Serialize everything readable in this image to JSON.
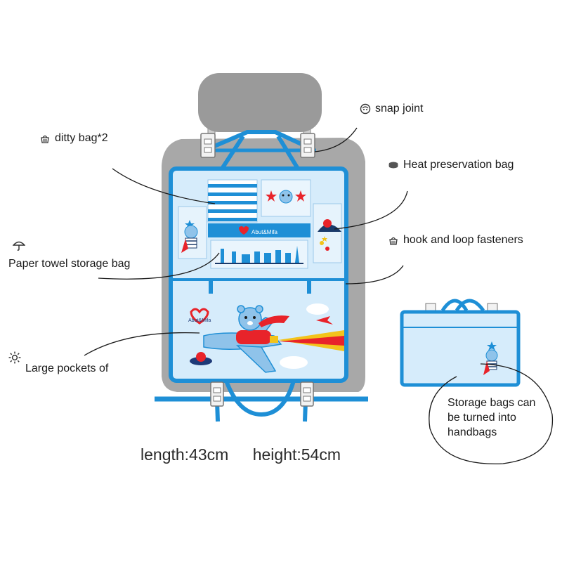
{
  "labels": {
    "snap_joint": "snap joint",
    "ditty_bag": "ditty bag*2",
    "heat_bag": "Heat preservation bag",
    "hook_loop": "hook and loop fasteners",
    "paper_towel": "Paper towel storage bag",
    "large_pockets": "Large pockets of"
  },
  "dimensions": {
    "length": "length:43cm",
    "height": "height:54cm"
  },
  "storage_note": {
    "line1": "Storage bags can",
    "line2": "be turned into",
    "line3": "handbags"
  },
  "brand": {
    "logo_text": "Abut&Mifa"
  },
  "colors": {
    "accent_blue": "#1e8fd6",
    "pocket_light": "#d6ecfb",
    "seat_gray": "#a8a8a8",
    "headrest_gray": "#9a9a9a",
    "red": "#e8232a"
  },
  "icons": {
    "snap_joint": "smiley-face-icon",
    "ditty_bag": "basket-icon",
    "heat_bag": "pillow-icon",
    "hook_loop": "basket-icon",
    "paper_towel": "umbrella-icon",
    "large_pockets": "sun-icon"
  }
}
